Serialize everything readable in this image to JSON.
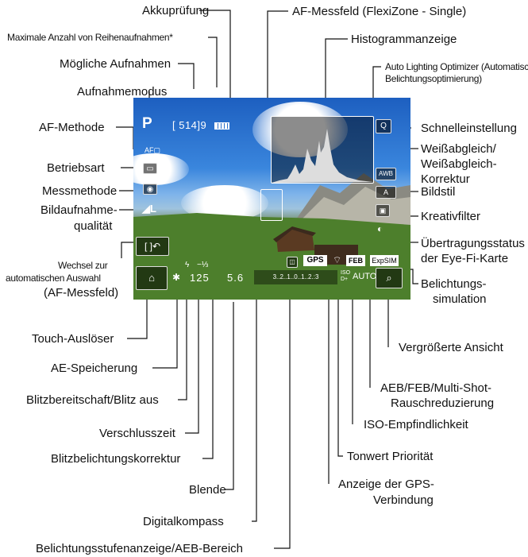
{
  "labels_top": {
    "akkupruefung": "Akkuprüfung",
    "max_reihen": "Maximale Anzahl von Reihenaufnahmen*",
    "moegliche": "Mögliche Aufnahmen",
    "aufnahmemodus": "Aufnahmemodus",
    "af_messfeld": "AF-Messfeld (FlexiZone - Single)",
    "histogramm": "Histogrammanzeige",
    "alo_1": "Auto Lighting Optimizer (Automatische",
    "alo_2": "Belichtungsoptimierung)"
  },
  "labels_left": {
    "af_methode": "AF-Methode",
    "betriebsart": "Betriebsart",
    "messmethode": "Messmethode",
    "bildqualitaet_1": "Bildaufnahme-",
    "bildqualitaet_2": "qualität",
    "wechsel_1": "Wechsel zur",
    "wechsel_2": "automatischen Auswahl",
    "wechsel_3": "(AF-Messfeld)",
    "touch": "Touch-Auslöser",
    "ae_speicherung": "AE-Speicherung",
    "blitzbereitschaft": "Blitzbereitschaft/Blitz aus",
    "verschlusszeit": "Verschlusszeit",
    "blitzkorrektur": "Blitzbelichtungskorrektur",
    "blende": "Blende",
    "digitalkompass": "Digitalkompass",
    "belichtungsstufe": "Belichtungsstufenanzeige/AEB-Bereich"
  },
  "labels_right": {
    "schnell": "Schnelleinstellung",
    "weiss_1": "Weißabgleich/",
    "weiss_2": "Weißabgleich-",
    "weiss_3": "Korrektur",
    "bildstil": "Bildstil",
    "kreativ": "Kreativfilter",
    "eyefi_1": "Übertragungsstatus",
    "eyefi_2": "der Eye-Fi-Karte",
    "sim_1": "Belichtungs-",
    "sim_2": "simulation",
    "vergroessert": "Vergrößerte Ansicht",
    "aeb_1": "AEB/FEB/Multi-Shot-",
    "aeb_2": "Rauschreduzierung",
    "iso": "ISO-Empfindlichkeit",
    "tonwert": "Tonwert Priorität",
    "gps_1": "Anzeige der GPS-",
    "gps_2": "Verbindung"
  },
  "screen": {
    "mode": "P",
    "af_method": "AF▢",
    "shots": "[ 514]9",
    "shutter": "125",
    "aperture": "5.6",
    "flash_comp": "−⅓",
    "scale": "3..2..1..0..1..2.:3",
    "gps": "GPS",
    "feb": "FEB",
    "exp_sim": "ExpSIM",
    "iso": "AUTO",
    "iso_tag": "ISO D+",
    "wb": "AWB",
    "q": "Q",
    "style": "A"
  }
}
